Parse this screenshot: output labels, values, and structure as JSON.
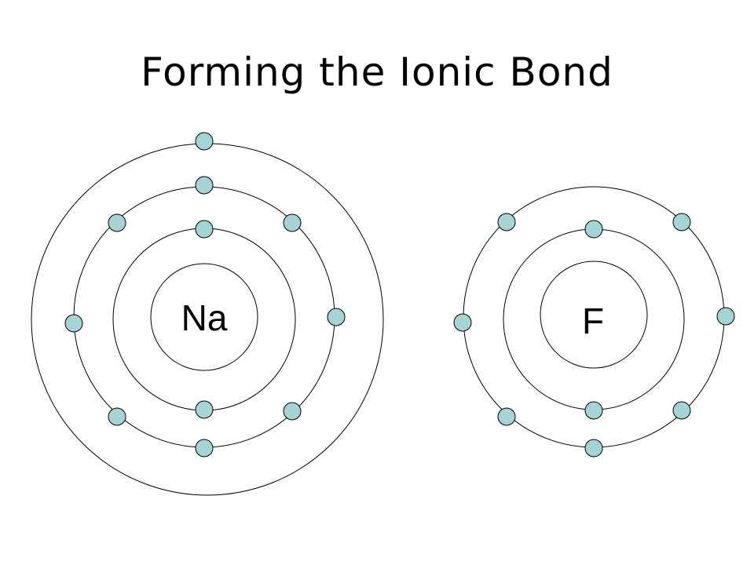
{
  "slide": {
    "title": "Forming the Ionic Bond"
  },
  "atoms": [
    {
      "symbol": "Na",
      "shells": [
        2,
        8,
        1
      ]
    },
    {
      "symbol": "F",
      "shells": [
        2,
        7
      ]
    }
  ],
  "colors": {
    "electron": "#a6d3d6",
    "line": "#000000",
    "background": "#ffffff"
  }
}
